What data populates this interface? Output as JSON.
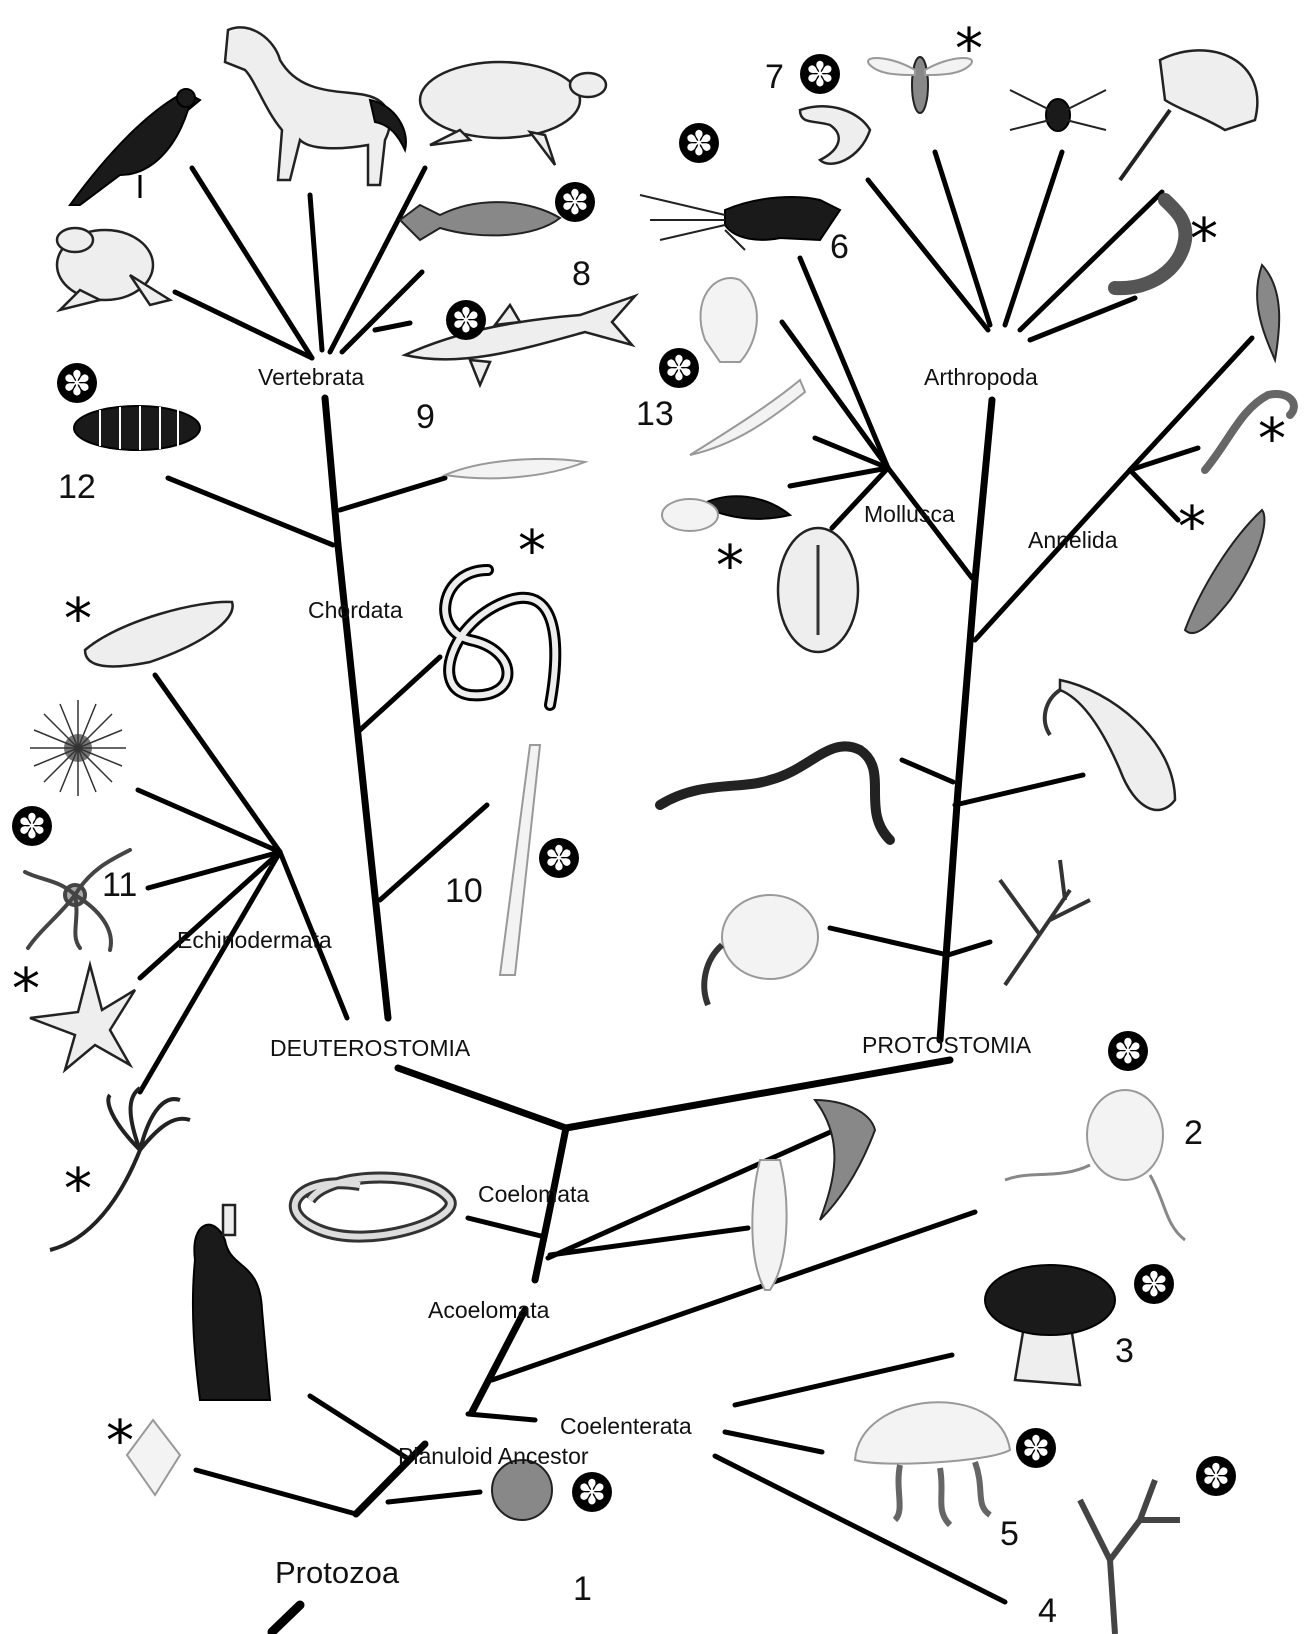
{
  "taxa": {
    "vertebrata": "Vertebrata",
    "chordata": "Chordata",
    "echinodermata": "Echinodermata",
    "deuterostomia": "DEUTEROSTOMIA",
    "protostomia": "PROTOSTOMIA",
    "arthropoda": "Arthropoda",
    "mollusca": "Mollusca",
    "annelida": "Annelida",
    "coelomata": "Coelomata",
    "acoelomata": "Acoelomata",
    "coelenterata": "Coelenterata",
    "planuloid": "Planuloid Ancestor",
    "protozoa": "Protozoa"
  },
  "numbers": {
    "n1": "1",
    "n2": "2",
    "n3": "3",
    "n4": "4",
    "n5": "5",
    "n6": "6",
    "n7": "7",
    "n8": "8",
    "n9": "9",
    "n10": "10",
    "n11": "11",
    "n12": "12",
    "n13": "13"
  },
  "markers": {
    "circled": "✽",
    "plain": "*"
  },
  "colors": {
    "lines": "#000000",
    "background": "#ffffff"
  }
}
